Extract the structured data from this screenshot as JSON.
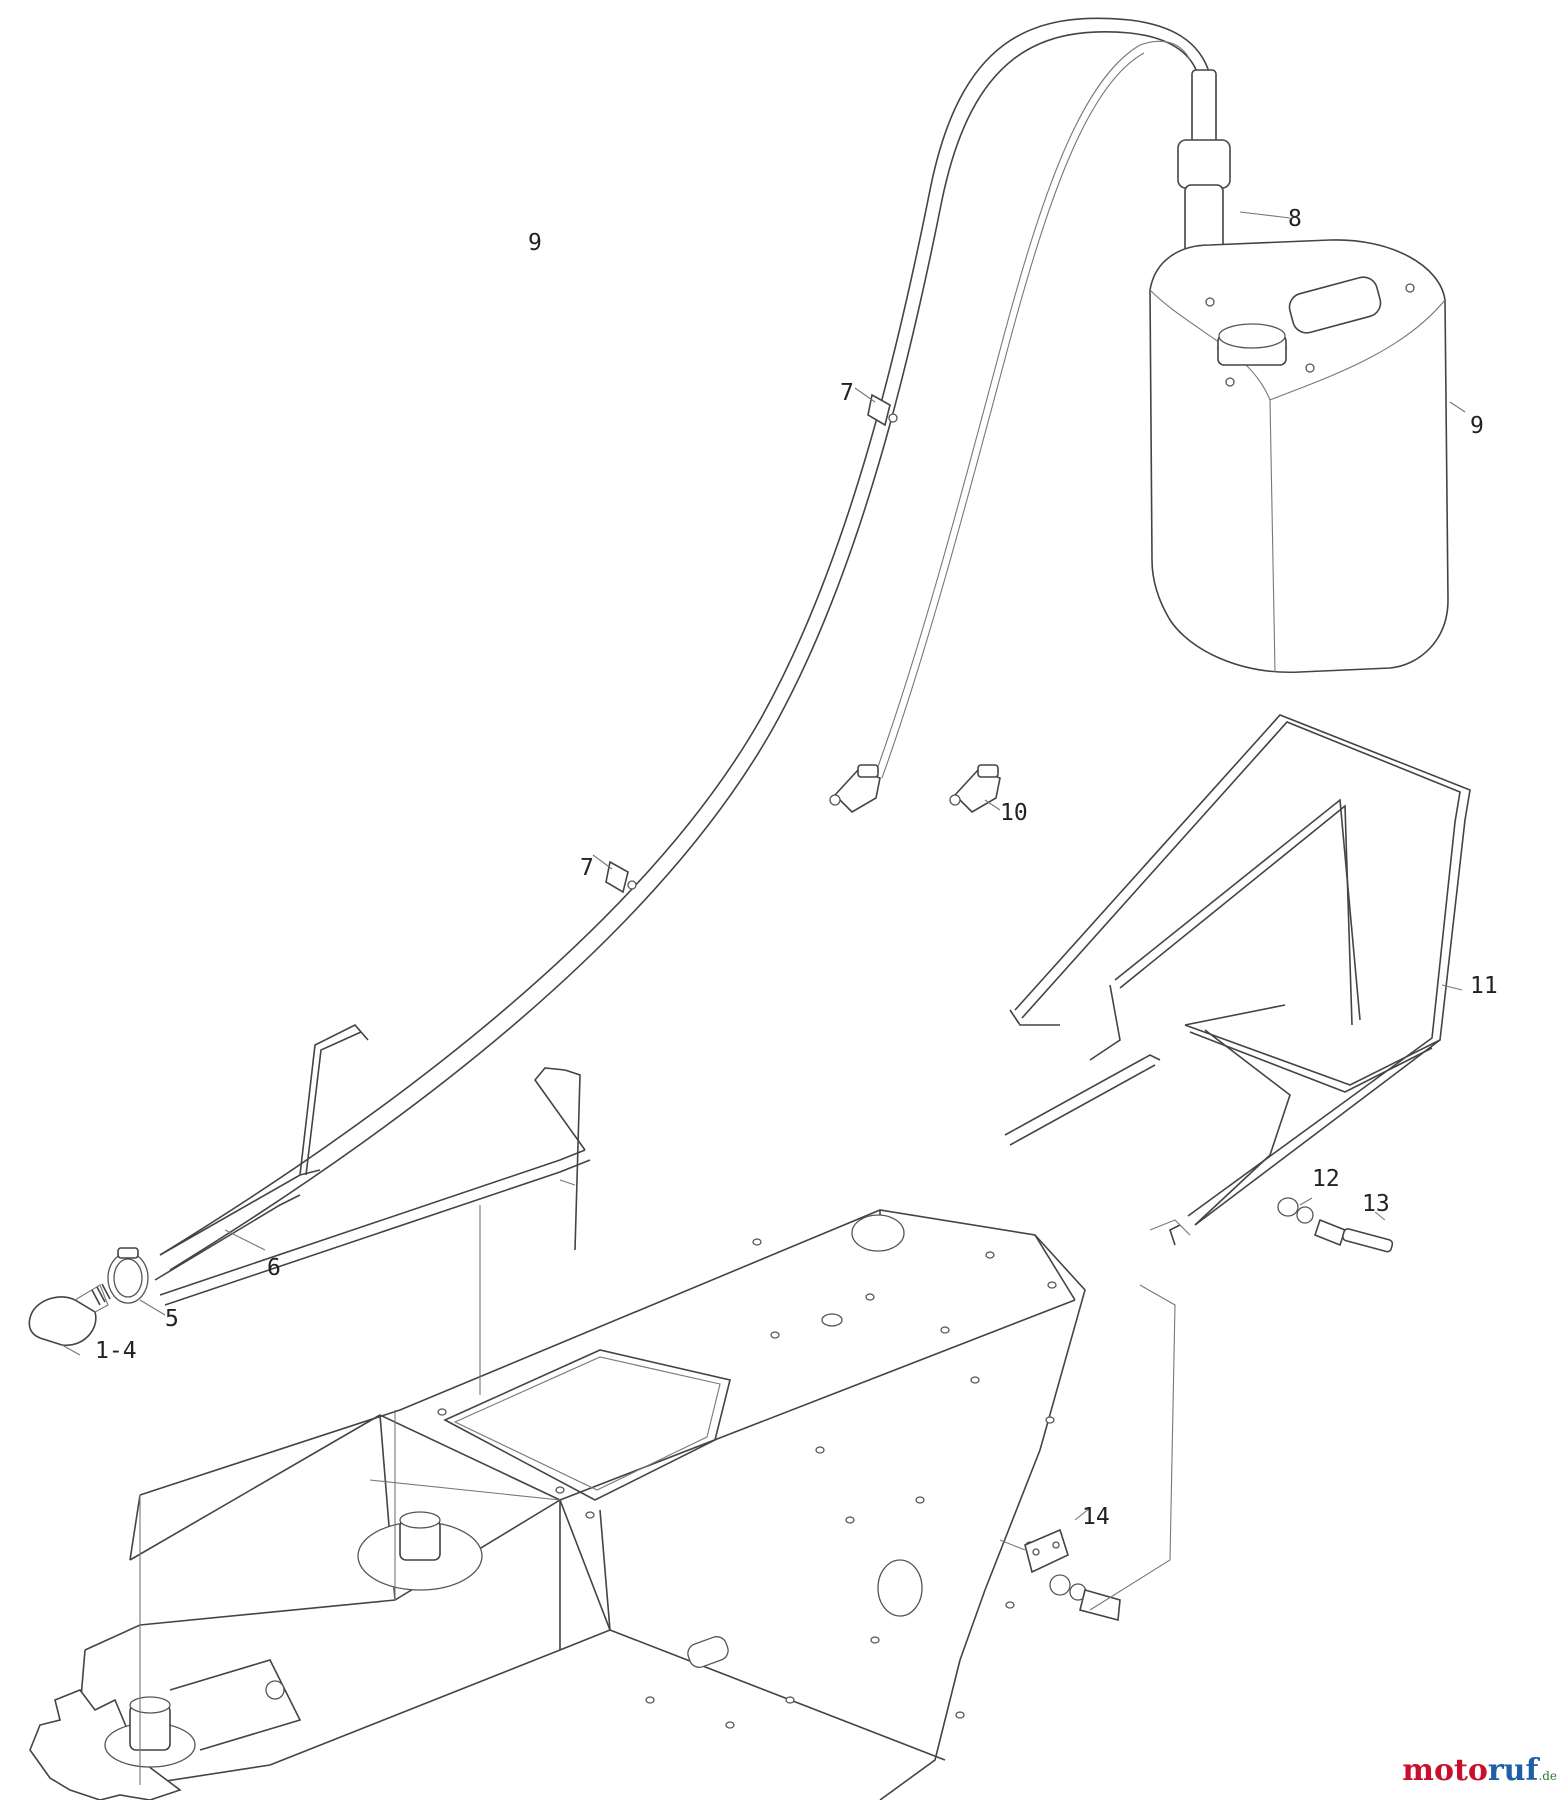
{
  "labels": {
    "part_8": "8",
    "part_9_top": "9",
    "part_9": "9",
    "part_7_upper": "7",
    "part_7_lower": "7",
    "part_10": "10",
    "part_11": "11",
    "part_12": "12",
    "part_13": "13",
    "part_6": "6",
    "part_5": "5",
    "part_1_4": "1-4",
    "part_14": "14"
  },
  "watermark": {
    "moto": "moto",
    "ruf": "ruf",
    "tld": ".de",
    "color_moto": "#c8102e",
    "color_ruf": "#1f5fa8",
    "color_tld": "#2a7a2a"
  }
}
